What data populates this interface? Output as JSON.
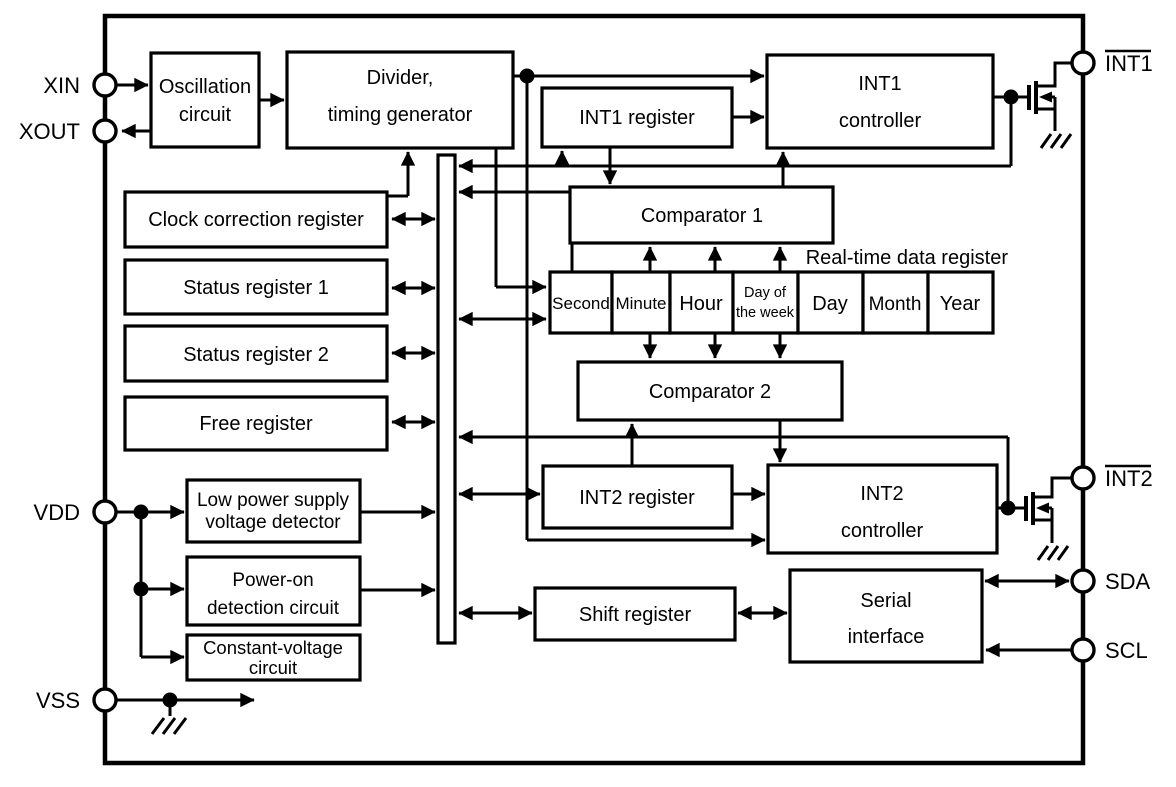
{
  "diagram": {
    "type": "block-diagram",
    "subject": "Real-time clock IC internal block diagram"
  },
  "pins": {
    "xin": "XIN",
    "xout": "XOUT",
    "vdd": "VDD",
    "vss": "VSS",
    "int1": "INT1",
    "int2": "INT2",
    "sda": "SDA",
    "scl": "SCL"
  },
  "blocks": {
    "oscillation_line1": "Oscillation",
    "oscillation_line2": "circuit",
    "divider_line1": "Divider,",
    "divider_line2": "timing generator",
    "int1_register": "INT1 register",
    "int1_controller_line1": "INT1",
    "int1_controller_line2": "controller",
    "comparator1": "Comparator 1",
    "comparator2": "Comparator 2",
    "clock_correction_register": "Clock correction register",
    "status_register1": "Status register 1",
    "status_register2": "Status register 2",
    "free_register": "Free register",
    "int2_register": "INT2 register",
    "int2_controller_line1": "INT2",
    "int2_controller_line2": "controller",
    "low_power_line1": "Low power supply",
    "low_power_line2": "voltage detector",
    "power_on_line1": "Power-on",
    "power_on_line2": "detection circuit",
    "const_volt_line1": "Constant-voltage",
    "const_volt_line2": "circuit",
    "shift_register": "Shift register",
    "serial_line1": "Serial",
    "serial_line2": "interface"
  },
  "rtc": {
    "label": "Real-time data register",
    "second": "Second",
    "minute": "Minute",
    "hour": "Hour",
    "day_of_week_line1": "Day of",
    "day_of_week_line2": "the week",
    "day": "Day",
    "month": "Month",
    "year": "Year"
  },
  "colors": {
    "line": "#000000",
    "text": "#000000",
    "background": "#ffffff"
  }
}
